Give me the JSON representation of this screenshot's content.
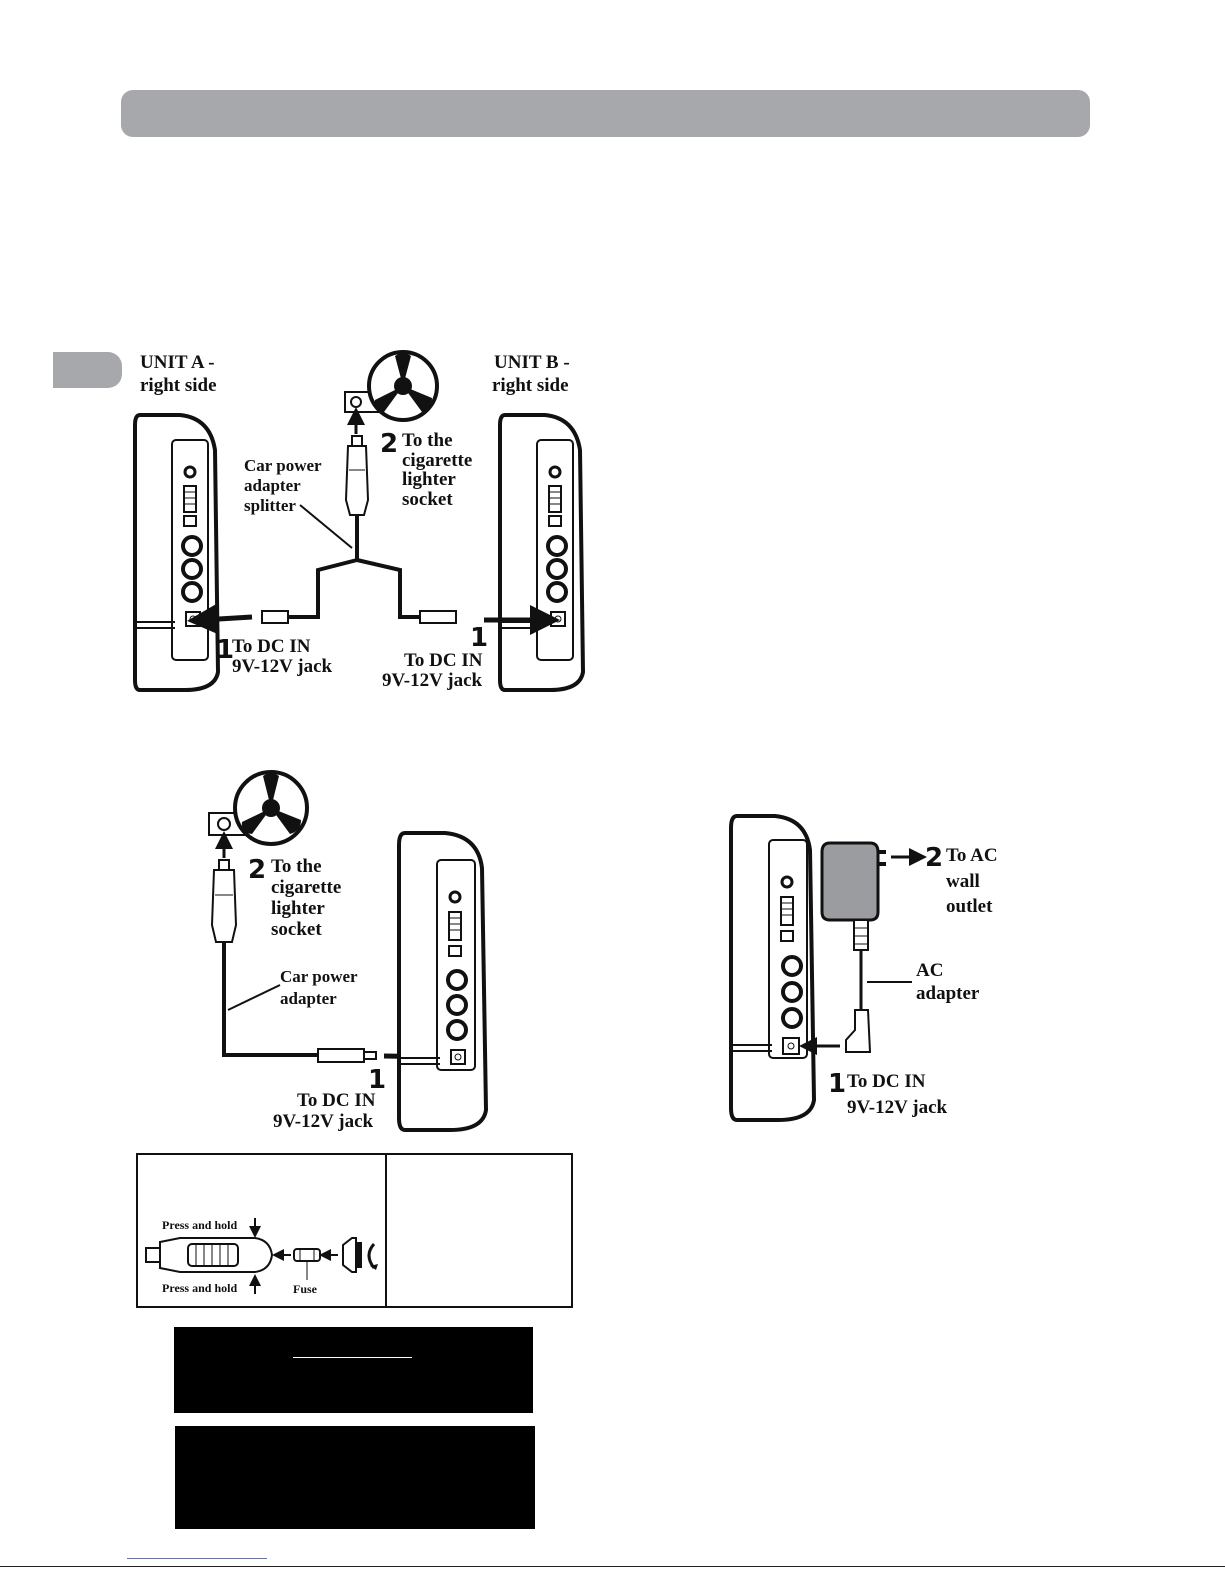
{
  "diagram_top": {
    "unit_a_label": [
      "UNIT A -",
      "right side"
    ],
    "unit b_label": [
      "UNIT B -",
      "right side"
    ],
    "unit_b_label": [
      "UNIT B -",
      "right side"
    ],
    "splitter_label": [
      "Car power",
      "adapter",
      "splitter"
    ],
    "step2_number": "2",
    "step2_label": [
      "To the",
      "cigarette",
      "lighter",
      "socket"
    ],
    "step1a_number": "1",
    "step1a_label": [
      "To DC IN",
      "9V-12V jack"
    ],
    "step1b_number": "1",
    "step1b_label": [
      "To DC IN",
      "9V-12V jack"
    ]
  },
  "diagram_car": {
    "step2_number": "2",
    "step2_label": [
      "To the",
      "cigarette",
      "lighter",
      "socket"
    ],
    "adapter_label": [
      "Car power",
      "adapter"
    ],
    "step1_number": "1",
    "step1_label": [
      "To DC IN",
      "9V-12V jack"
    ]
  },
  "diagram_ac": {
    "step2_number": "2",
    "step2_label": [
      "To AC",
      "wall",
      "outlet"
    ],
    "adapter_label": [
      "AC",
      "adapter"
    ],
    "step1_number": "1",
    "step1_label": [
      "To DC IN",
      "9V-12V jack"
    ]
  },
  "fuse_diagram": {
    "press_hold_top": "Press and hold",
    "press_hold_bottom": "Press and hold",
    "fuse_label": "Fuse"
  }
}
